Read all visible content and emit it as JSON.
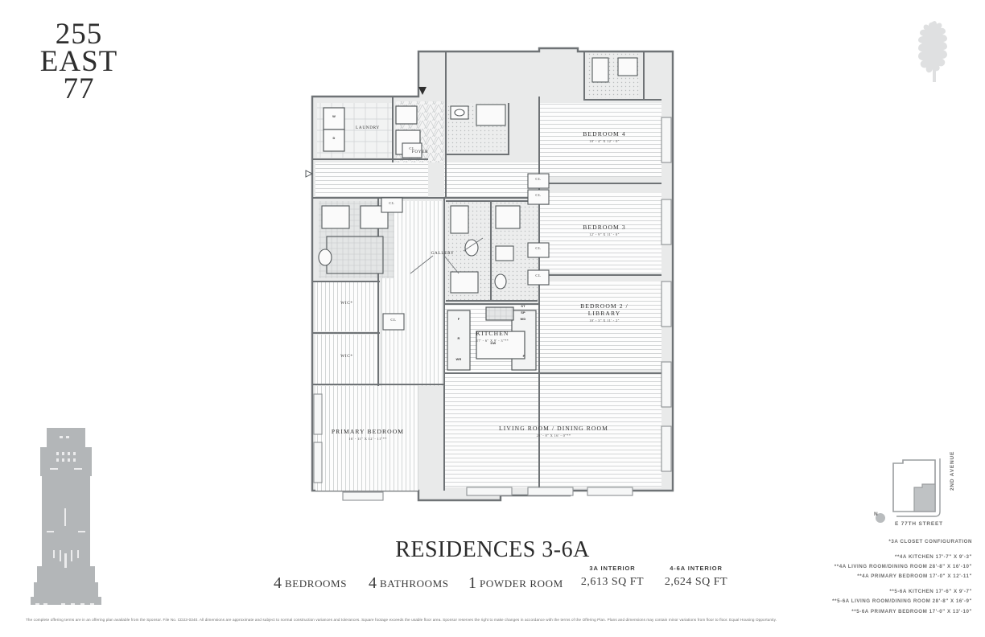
{
  "brand": {
    "line1": "255",
    "line2": "EAST",
    "line3": "77",
    "leaf_icon": "oak-leaf-icon"
  },
  "title": "RESIDENCES 3-6A",
  "stats": [
    {
      "num": "4",
      "label": "BEDROOMS"
    },
    {
      "num": "4",
      "label": "BATHROOMS"
    },
    {
      "num": "1",
      "label": "POWDER ROOM"
    }
  ],
  "areas": [
    {
      "caption": "3A INTERIOR",
      "value": "2,613 SQ FT"
    },
    {
      "caption": "4-6A INTERIOR",
      "value": "2,624 SQ FT"
    }
  ],
  "rooms": [
    {
      "name": "BEDROOM 4",
      "dims": "10' - 4\" X 12' - 0\""
    },
    {
      "name": "BEDROOM 3",
      "dims": "12' - 9\" X 11' - 0\""
    },
    {
      "name": "BEDROOM 2 /",
      "name2": "LIBRARY",
      "dims": "10' - 3\" X 11' - 2\""
    },
    {
      "name": "KITCHEN",
      "dims": "17' - 6\" X 9' - 3\"**"
    },
    {
      "name": "LIVING ROOM / DINING ROOM",
      "dims": "28' - 8\" X 16' - 0\"**"
    },
    {
      "name": "PRIMARY BEDROOM",
      "dims": "16' - 11\" X 12' - 11\"**"
    }
  ],
  "labels": {
    "foyer": "FOYER",
    "laundry": "LAUNDRY",
    "gallery": "GALLERY",
    "wic1": "WIC*",
    "wic2": "WIC*",
    "closet": "CL",
    "washer": "W",
    "dryer": "D"
  },
  "appliances": {
    "fridge": "F",
    "range": "R",
    "wine_refrigerator": "WR",
    "dishwasher": "DW",
    "pantry": "P",
    "stacked": "ST",
    "sp": "SP",
    "washer_dryer": "WD"
  },
  "sitemap": {
    "north": "N",
    "avenue": "2ND AVENUE",
    "street": "E 77TH STREET"
  },
  "notes": [
    "*3A CLOSET CONFIGURATION",
    "**4A KITCHEN 17'-7\" X 9'-3\"",
    "**4A LIVING ROOM/DINING ROOM  28'-8\" X 16'-10\"",
    "**4A PRIMARY BEDROOM 17'-0\" X 12'-11\"",
    "**5-6A KITCHEN 17'-6\" X 9'-7\"",
    "**5-6A LIVING ROOM/DINING ROOM  28'-8\" X 16'-9\"",
    "**5-6A PRIMARY BEDROOM 17'-0\" X 13'-10\""
  ],
  "disclaimer": "The complete offering terms are in an offering plan available from the Sponsor. File No. CD23-0340. All dimensions are approximate and subject to normal construction variances and tolerances. Square footage exceeds the usable floor area. Sponsor reserves the right to make changes in accordance with the terms of the Offering Plan. Plans and dimensions may contain minor variations from floor to floor. Equal Housing Opportunity.",
  "colors": {
    "wall": "#6f7376",
    "fill": "#d6d9da",
    "text": "#2f2f2f",
    "leaf": "#b9bcbe",
    "tower": "#b3b6b8"
  }
}
